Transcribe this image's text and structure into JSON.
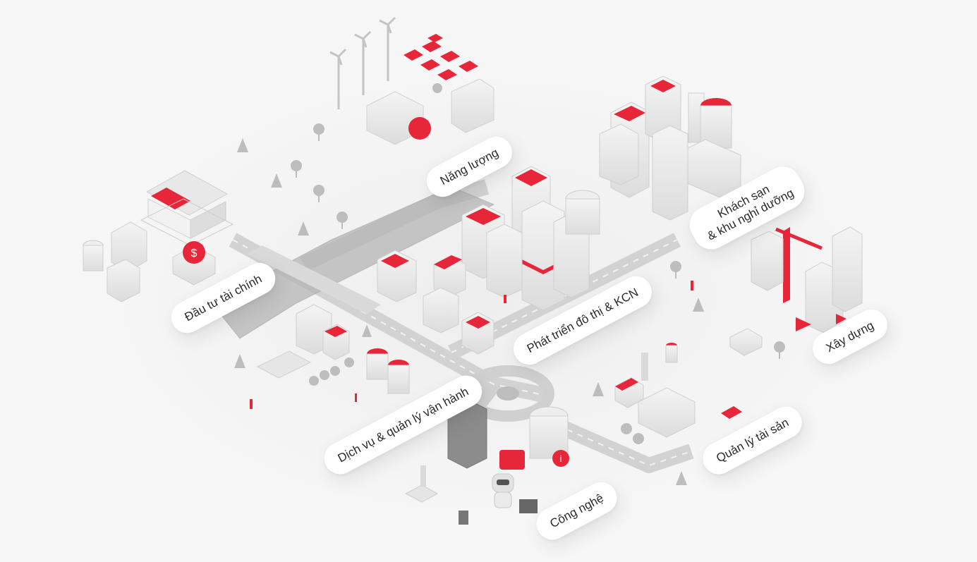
{
  "theme": {
    "background": "#f6f6f6",
    "accent": "#e8263a",
    "building_light": "#ececec",
    "building_shade": "#d8d8d8",
    "road": "#cfcfcf",
    "water": "#a9a9a9"
  },
  "sectors": {
    "nang_luong": "Năng lượng",
    "khach_san_line1": "Khách sạn",
    "khach_san_line2": "& khu nghỉ dưỡng",
    "dau_tu": "Đầu tư tài chính",
    "phat_trien": "Phát triển đô thị & KCN",
    "xay_dung": "Xây dựng",
    "dich_vu": "Dịch vụ & quản lý vận hành",
    "quan_ly": "Quản lý tài sản",
    "cong_nghe": "Công nghệ"
  },
  "icons": [
    "bank-icon",
    "dollar-coin-icon",
    "chat-bubble-icon",
    "info-icon",
    "robot-icon",
    "wind-turbine-icon",
    "solar-panel-icon",
    "crane-icon"
  ]
}
